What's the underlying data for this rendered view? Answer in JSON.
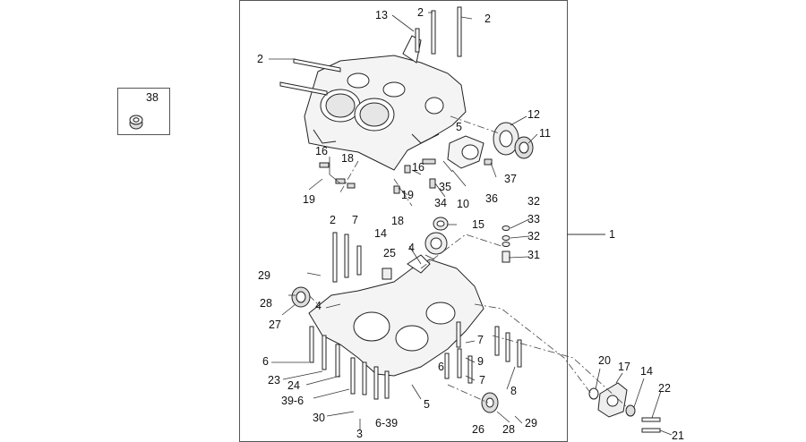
{
  "callouts": {
    "c1": "1",
    "c2a": "2",
    "c2b": "2",
    "c2c": "2",
    "c2d": "2",
    "c3": "3",
    "c4a": "4",
    "c4b": "4",
    "c5a": "5",
    "c5b": "5",
    "c6a": "6",
    "c6b": "6",
    "c7a": "7",
    "c7b": "7",
    "c7c": "7",
    "c8": "8",
    "c9": "9",
    "c10": "10",
    "c11": "11",
    "c12": "12",
    "c13": "13",
    "c14a": "14",
    "c14b": "14",
    "c15": "15",
    "c16a": "16",
    "c16b": "16",
    "c17": "17",
    "c18a": "18",
    "c18b": "18",
    "c19a": "19",
    "c19b": "19",
    "c20": "20",
    "c21": "21",
    "c22": "22",
    "c23": "23",
    "c24": "24",
    "c25": "25",
    "c26": "26",
    "c27": "27",
    "c28a": "28",
    "c28b": "28",
    "c29a": "29",
    "c29b": "29",
    "c30": "30",
    "c31": "31",
    "c32a": "32",
    "c32b": "32",
    "c33": "33",
    "c34": "34",
    "c35": "35",
    "c36": "36",
    "c37": "37",
    "c38": "38",
    "c39a": "39-6",
    "c39b": "6-39"
  }
}
